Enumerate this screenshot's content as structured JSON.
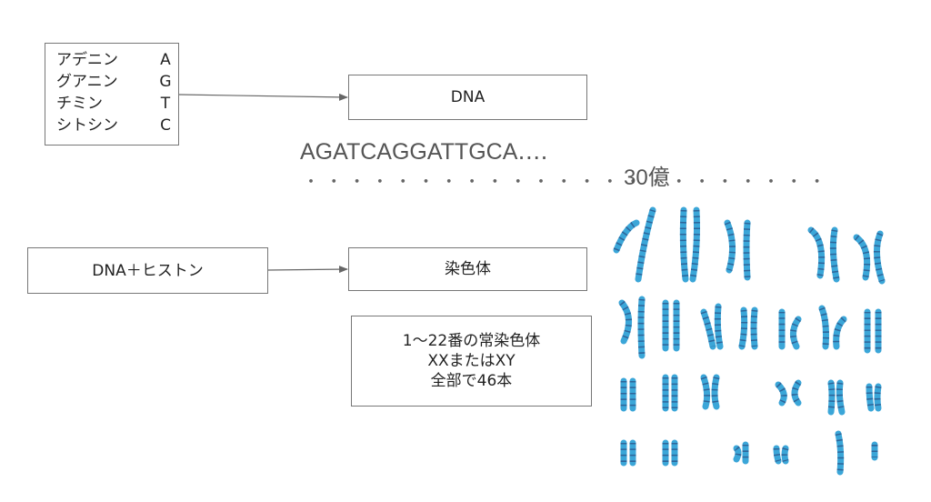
{
  "bases": [
    {
      "name": "アデニン",
      "letter": "A"
    },
    {
      "name": "グアニン",
      "letter": "G"
    },
    {
      "name": "チミン",
      "letter": "T"
    },
    {
      "name": "シトシン",
      "letter": "C"
    }
  ],
  "dna_label": "DNA",
  "sequence": "AGATCAGGATTGCA‥‥",
  "sequence_continuation": "・・・・・・・・・・・・・・・・・・・・・・・",
  "base_pair_count": "30億",
  "histone_label": "DNA＋ヒストン",
  "chromosome_label": "染色体",
  "chromosome_info": [
    "1〜22番の常染色体",
    "XXまたはXY",
    "全部で46本"
  ],
  "colors": {
    "chromosome": "#3ba6d8",
    "band": "#2a4f85",
    "line": "#666666"
  }
}
